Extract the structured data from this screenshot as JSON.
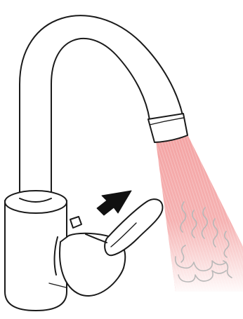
{
  "figure": {
    "subject": "single-lever-faucet",
    "action": "lever-lifted-toward-back",
    "water_state": "hot",
    "colors": {
      "outline": "#1a1a1a",
      "hot_water": "#ef6a6a",
      "steam": "#b9b9b9",
      "arrow": "#111111",
      "background": "#ffffff"
    },
    "icons": [
      "faucet-body",
      "spout",
      "aerator",
      "lever-handle",
      "direction-arrow",
      "water-stream",
      "steam"
    ]
  }
}
